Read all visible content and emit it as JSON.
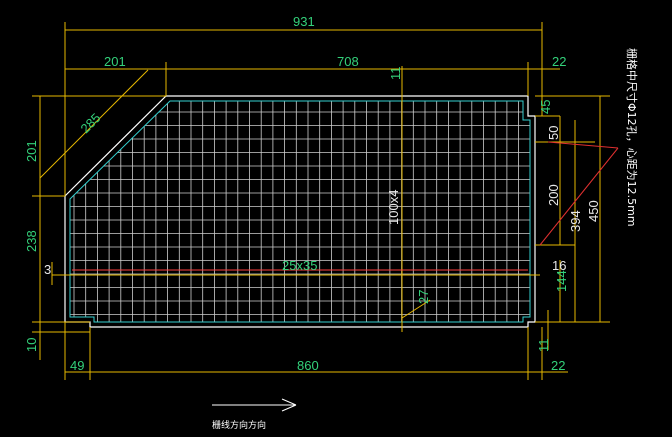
{
  "drawing": {
    "colors": {
      "background": "#000000",
      "dimension_line": "#e6b800",
      "dimension_text": "#33d17a",
      "outline": "#ffffff",
      "inner_outline": "#33d1d1",
      "grid": "#cfcfcf",
      "leader": "#e03030",
      "center_line": "#e6b800"
    },
    "dimensions": {
      "overall_width": "931",
      "top_left_segment": "201",
      "top_middle_segment": "708",
      "top_right_segment": "22",
      "chamfer_length": "285",
      "left_upper_height": "201",
      "left_lower_height": "238",
      "left_bottom_offset": "10",
      "left_inner_offset": "3",
      "bottom_left_segment": "49",
      "bottom_middle_segment": "860",
      "bottom_right_segment": "22",
      "top_edge_gap": "11",
      "right_top_offset": "45",
      "right_hole_upper": "50",
      "right_hole_span": "200",
      "right_inner_height": "394",
      "right_total_height": "450",
      "right_lower_offset": "16",
      "right_bottom_segment": "144",
      "bottom_right_gap": "11",
      "bottom_corner": "27"
    },
    "grid_labels": {
      "mesh_size": "25x35",
      "vertical_pitch": "100x4"
    },
    "notes": {
      "side_note": "栅格中尺寸Φ12孔，心距为12.5mm",
      "bottom_note": "栅线方向方向"
    }
  }
}
